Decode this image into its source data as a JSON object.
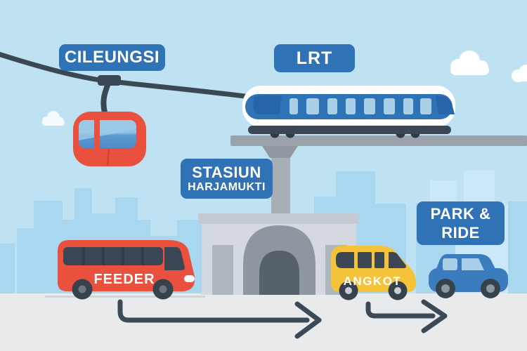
{
  "signs": {
    "cileungsi": {
      "text": "CILEUNGSI"
    },
    "lrt": {
      "text": "LRT"
    },
    "stasiun": {
      "line1": "STASIUN",
      "line2": "HARJAMUKTI"
    },
    "park_ride": {
      "line1": "PARK &",
      "line2": "RIDE"
    }
  },
  "vehicle_labels": {
    "feeder": "FEEDER",
    "angkot": "ANGKOT"
  },
  "colors": {
    "sky": "#bfe2f3",
    "skyline_back": "#a9d7f0",
    "skyline_front_light": "#cbe8f8",
    "ground": "#e9eaec",
    "sign_bg": "#2f72b5",
    "sign_text": "#ffffff",
    "cable": "#3a4754",
    "arrow": "#3c4956",
    "cable_car_red": "#e9503e",
    "bus_red": "#e9503e",
    "angkot_yellow": "#f4c339",
    "car_blue": "#3b7cbe",
    "train_blue": "#2e73b6",
    "train_windshield": "#2565a8",
    "train_dark": "#3b4754",
    "glass_light": "#a9cfe9",
    "window_dark": "#3b4754",
    "track_gray": "#9ba2aa",
    "station_body": "#d3d9de",
    "station_roof": "#c3cad1",
    "station_arch": "#8e97a0",
    "station_door": "#57616b",
    "cloud_white": "#ffffff"
  },
  "icons": {
    "cloud-icon": "white rounded cloud shape",
    "flow-arrow-icon": "dark right-pointing flow arrow"
  }
}
